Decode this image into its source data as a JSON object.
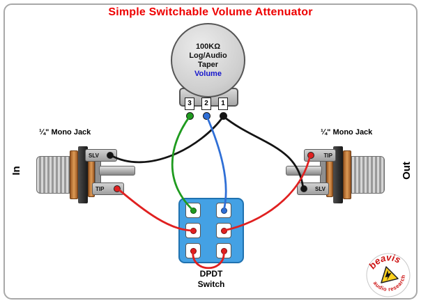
{
  "title": "Simple Switchable Volume Attenuator",
  "pot": {
    "value": "100KΩ",
    "taper_line1": "Log/Audio",
    "taper_line2": "Taper",
    "name": "Volume",
    "lugs": [
      "3",
      "2",
      "1"
    ],
    "lug_dot_colors": [
      "#1f9b1f",
      "#2f6fd6",
      "#141414"
    ]
  },
  "jacks": {
    "left": {
      "label": "¼\" Mono Jack",
      "top_lug": "SLV",
      "bottom_lug": "TIP",
      "side": "In"
    },
    "right": {
      "label": "¼\" Mono Jack",
      "top_lug": "TIP",
      "bottom_lug": "SLV",
      "side": "Out"
    }
  },
  "dpdt": {
    "line1": "DPDT",
    "line2": "Switch"
  },
  "colors": {
    "title": "#ee0000",
    "pot_name": "#1515cc",
    "switch_body": "#44a1e4",
    "wire_green": "#1f9b1f",
    "wire_blue": "#2f6fd6",
    "wire_red": "#e02020",
    "wire_black": "#141414",
    "copper": "#c07a3c"
  },
  "logo": {
    "arc_top": "beavis",
    "arc_bottom": "audio research"
  }
}
